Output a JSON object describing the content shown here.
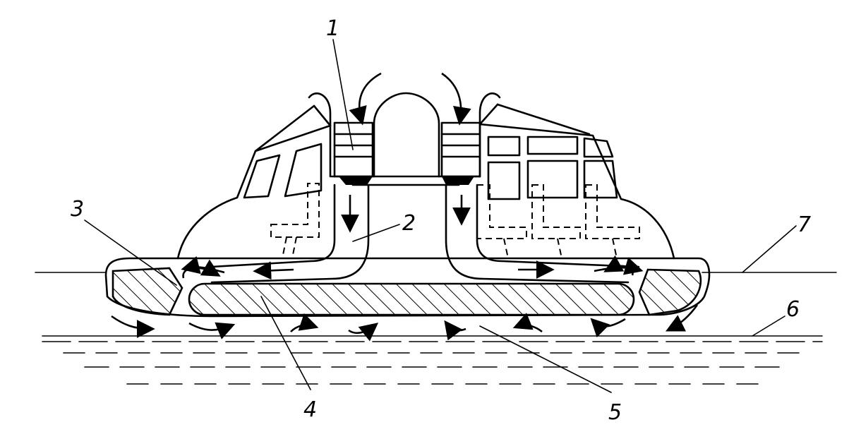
{
  "labels": {
    "l1": "1",
    "l2": "2",
    "l3": "3",
    "l4": "4",
    "l5": "5",
    "l6": "6",
    "l7": "7"
  },
  "colors": {
    "ink": "#000000",
    "paper": "#ffffff"
  }
}
